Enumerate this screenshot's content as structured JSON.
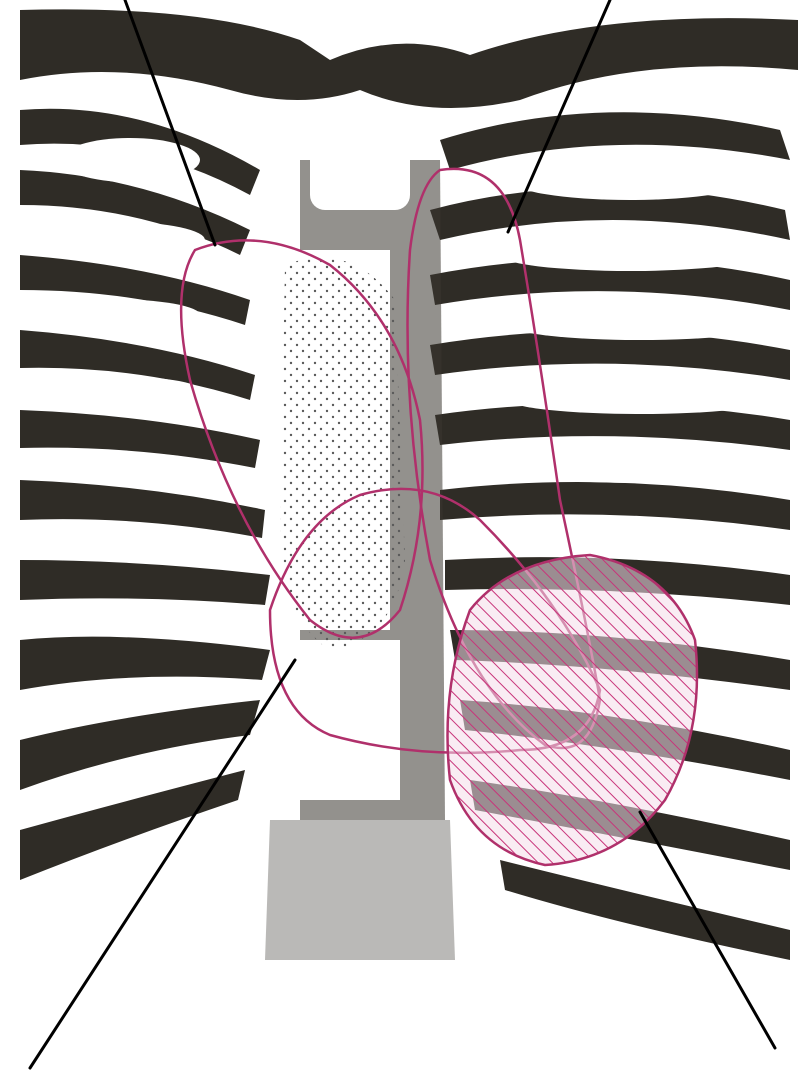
{
  "figure": {
    "description_visible_text": "",
    "colors": {
      "bone": "#2f2c26",
      "background": "#ffffff",
      "outline": "#b0306b",
      "hatch": "#c8347a",
      "stipple": "#5a5a5a",
      "leader_line": "#000000"
    },
    "regions": [
      {
        "id": "upper-left-lobe-outline",
        "style": "outline"
      },
      {
        "id": "stippled-mediastinal-region",
        "style": "stipple"
      },
      {
        "id": "left-vertical-lobe-outline",
        "style": "outline"
      },
      {
        "id": "lower-middle-outline",
        "style": "outline"
      },
      {
        "id": "hatched-cardiac-region",
        "style": "hatch"
      }
    ],
    "leader_lines": [
      {
        "id": "leader-top-left"
      },
      {
        "id": "leader-top-right"
      },
      {
        "id": "leader-bottom-left"
      },
      {
        "id": "leader-bottom-right"
      }
    ]
  }
}
